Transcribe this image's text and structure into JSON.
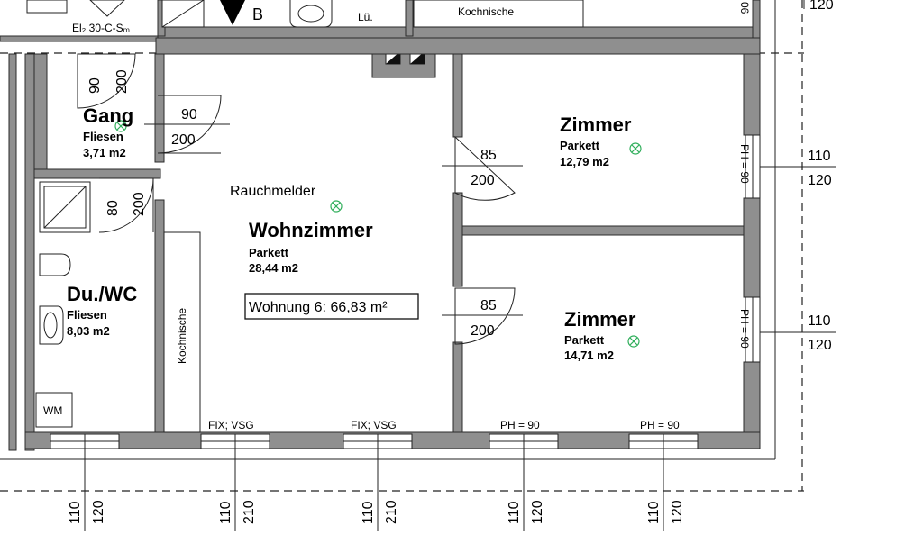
{
  "rooms": {
    "gang": {
      "name": "Gang",
      "material": "Fliesen",
      "area": "3,71 m2"
    },
    "duwc": {
      "name": "Du./WC",
      "material": "Fliesen",
      "area": "8,03 m2"
    },
    "wohnzimmer": {
      "name": "Wohnzimmer",
      "material": "Parkett",
      "area": "28,44 m2"
    },
    "zimmer1": {
      "name": "Zimmer",
      "material": "Parkett",
      "area": "12,79 m2"
    },
    "zimmer2": {
      "name": "Zimmer",
      "material": "Parkett",
      "area": "14,71 m2"
    }
  },
  "labels": {
    "rauchmelder": "Rauchmelder",
    "wohnung": "Wohnung 6: 66,83 m²",
    "kochnische_top": "Kochnische",
    "kochnische_side": "Kochnische",
    "wm": "WM",
    "lu": "Lü.",
    "b": "B",
    "el": "El₂ 30-C-Sₘ",
    "ph_right": "PH = 90"
  },
  "doors": {
    "d1": {
      "w": "90",
      "h": "200"
    },
    "d2": {
      "w": "90",
      "h": "200"
    },
    "d3": {
      "w": "80",
      "h": "200"
    },
    "d4": {
      "w": "85",
      "h": "200"
    },
    "d5": {
      "w": "85",
      "h": "200"
    }
  },
  "windows_bottom": [
    {
      "label": "",
      "w": "110",
      "h": "120"
    },
    {
      "label": "FIX; VSG",
      "w": "110",
      "h": "210"
    },
    {
      "label": "FIX; VSG",
      "w": "110",
      "h": "210"
    },
    {
      "label": "PH = 90",
      "w": "110",
      "h": "120"
    },
    {
      "label": "PH = 90",
      "w": "110",
      "h": "120"
    }
  ],
  "windows_right": [
    {
      "w": "110",
      "h": "120"
    },
    {
      "w": "110",
      "h": "120"
    }
  ],
  "top_right_dims": {
    "a": "06",
    "b": "120"
  }
}
